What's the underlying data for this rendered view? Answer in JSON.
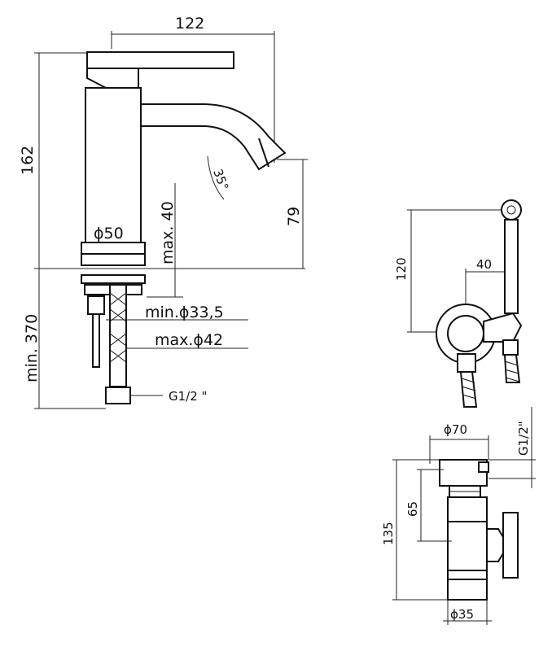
{
  "faucet": {
    "dim_width": "122",
    "dim_height": "162",
    "dim_angle": "35°",
    "dim_spout_height": "79",
    "dim_max_thickness": "max. 40",
    "dim_base_diameter": "ϕ50",
    "dim_min_hose": "min. 370",
    "dim_min_hole": "min.ϕ33,5",
    "dim_max_hole": "max.ϕ42",
    "dim_thread": "G1/2 \""
  },
  "side_view": {
    "dim_height": "120",
    "dim_offset": "40"
  },
  "valve_view": {
    "dim_top_diameter": "ϕ70",
    "dim_thread": "G1/2\"",
    "dim_inner_height": "65",
    "dim_total_height": "135",
    "dim_bottom_diameter": "ϕ35"
  }
}
